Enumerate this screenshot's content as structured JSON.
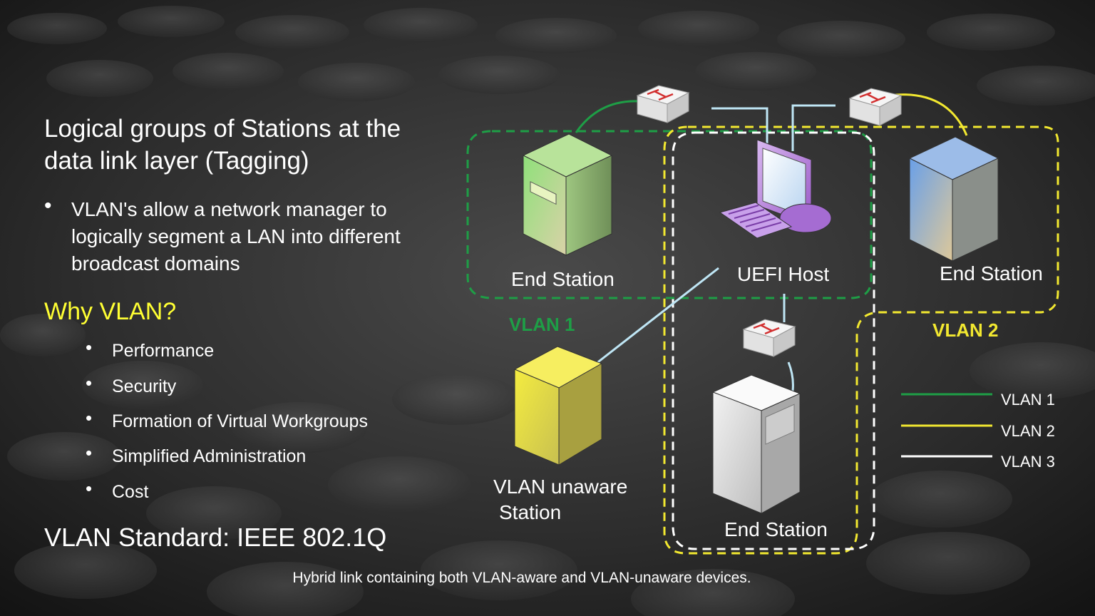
{
  "slide": {
    "heading": "Logical groups of Stations at the data link layer (Tagging)",
    "bullet": "VLAN's allow a network manager to logically segment a LAN into different broadcast domains",
    "why_title": "Why VLAN?",
    "reasons": [
      "Performance",
      "Security",
      "Formation of Virtual Workgroups",
      "Simplified Administration",
      "Cost"
    ],
    "standard": "VLAN Standard: IEEE 802.1Q",
    "caption": "Hybrid link containing both VLAN-aware and VLAN-unaware devices."
  },
  "diagram": {
    "labels": {
      "end_station_green": "End Station",
      "uefi_host": "UEFI Host",
      "end_station_blue": "End Station",
      "vlan_unaware_line1": "VLAN unaware",
      "vlan_unaware_line2": "Station",
      "end_station_white": "End Station"
    },
    "vlan1_title": "VLAN 1",
    "vlan2_title": "VLAN 2",
    "legend": [
      {
        "label": "VLAN 1",
        "color": "#1e9e46"
      },
      {
        "label": "VLAN 2",
        "color": "#f2e830"
      },
      {
        "label": "VLAN 3",
        "color": "#ffffff"
      }
    ]
  },
  "colors": {
    "vlan1": "#1e9e46",
    "vlan2": "#f2e830",
    "vlan3": "#ffffff",
    "link_light_blue": "#bfe6f5",
    "accent_yellow": "#ffff33"
  }
}
